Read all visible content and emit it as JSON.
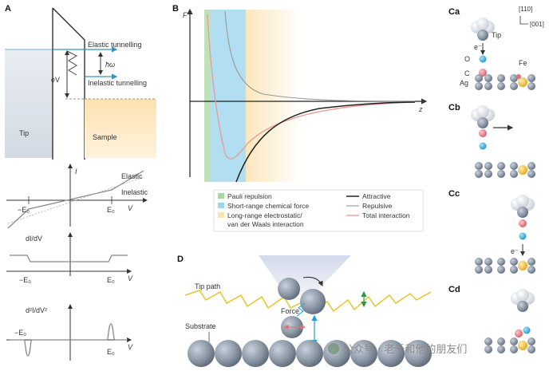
{
  "panel_a": {
    "label": "A",
    "elastic": "Elastic tunnelling",
    "hw": "ħω",
    "inelastic": "Inelastic tunnelling",
    "ev": "eV",
    "tip": "Tip",
    "sample": "Sample",
    "iv": {
      "ylabel": "I",
      "elastic": "Elastic",
      "inelastic": "Inelastic",
      "neg_e0": "−E₀",
      "pos_e0": "E₀",
      "xlabel": "V"
    },
    "didv": {
      "ylabel": "dI/dV",
      "neg_e0": "−E₀",
      "pos_e0": "E₀",
      "xlabel": "V"
    },
    "d2idv2": {
      "ylabel": "d²I/dV²",
      "neg_e0": "−E₀",
      "pos_e0": "E₀",
      "xlabel": "V"
    }
  },
  "panel_b": {
    "label": "B",
    "ylabel": "F",
    "xlabel": "z",
    "legend": {
      "regions": [
        {
          "text": "Pauli repulsion",
          "color": "#a9d7a0"
        },
        {
          "text": "Short-range chemical force",
          "color": "#9ed6ec"
        },
        {
          "text": "Long-range electrostatic/",
          "color": "#fbe3b0"
        },
        {
          "text": "van der Waals interaction",
          "color": ""
        }
      ],
      "lines": [
        {
          "text": "Attractive",
          "color": "#222222"
        },
        {
          "text": "Repulsive",
          "color": "#999999"
        },
        {
          "text": "Total interaction",
          "color": "#e89a94"
        }
      ]
    }
  },
  "panel_c": {
    "ca": "Ca",
    "cb": "Cb",
    "cc": "Cc",
    "cd": "Cd",
    "dir1": "[110]",
    "dir2": "[001]",
    "tip": "Tip",
    "electron": "e⁻",
    "o": "O",
    "c": "C",
    "ag": "Ag",
    "fe": "Fe"
  },
  "panel_d": {
    "label": "D",
    "tip_path": "Tip path",
    "force": "Force",
    "substrate": "Substrate"
  },
  "watermark": "公众号 · 老千和他的朋友们",
  "colors": {
    "pauli": "#a9d7a0",
    "chemical": "#9ed6ec",
    "vdw": "#fbe3b0",
    "ag": "#8e9aa8",
    "o": "#e0707a",
    "c": "#2fa8dc",
    "fe": "#f0c040",
    "path": "#e6c21e"
  }
}
